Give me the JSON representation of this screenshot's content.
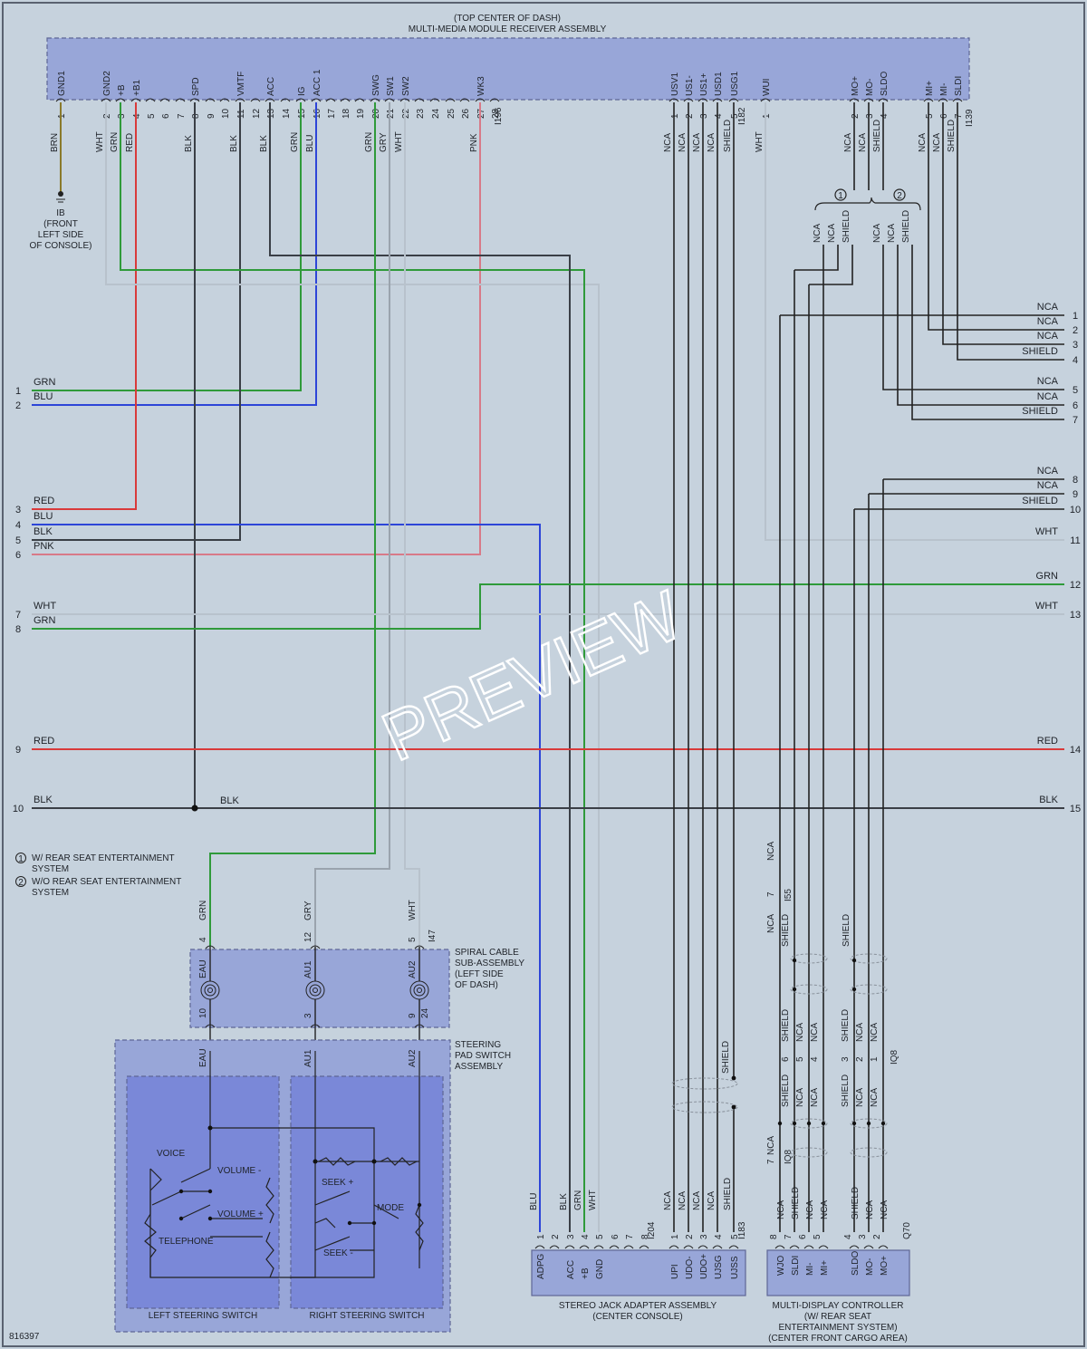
{
  "receiver": {
    "title_line1": "(TOP CENTER OF DASH)",
    "title_line2": "MULTI-MEDIA MODULE RECEIVER ASSEMBLY",
    "connectors": [
      "I196",
      "I182",
      "I139"
    ],
    "pins": [
      {
        "name": "GND1",
        "num": "1",
        "wire": "BRN",
        "color": "#8a7a2a"
      },
      {
        "name": "GND2",
        "num": "2",
        "wire": "WHT",
        "color": "#b8c2cc"
      },
      {
        "name": "+B",
        "num": "3",
        "wire": "GRN",
        "color": "#2f9a3a"
      },
      {
        "name": "+B1",
        "num": "4",
        "wire": "RED",
        "color": "#d93a3a"
      },
      {
        "name": "",
        "num": "5"
      },
      {
        "name": "",
        "num": "6"
      },
      {
        "name": "",
        "num": "7"
      },
      {
        "name": "SPD",
        "num": "8",
        "wire": "BLK",
        "color": "#3a3f46"
      },
      {
        "name": "",
        "num": "9"
      },
      {
        "name": "",
        "num": "10"
      },
      {
        "name": "VMTF",
        "num": "11",
        "wire": "BLK",
        "color": "#3a3f46"
      },
      {
        "name": "",
        "num": "12"
      },
      {
        "name": "ACC",
        "num": "13",
        "wire": "BLK",
        "color": "#3a3f46"
      },
      {
        "name": "",
        "num": "14"
      },
      {
        "name": "IG",
        "num": "15",
        "wire": "GRN",
        "color": "#2f9a3a"
      },
      {
        "name": "ACC 1",
        "num": "16",
        "wire": "BLU",
        "color": "#2d45d8"
      },
      {
        "name": "",
        "num": "17"
      },
      {
        "name": "",
        "num": "18"
      },
      {
        "name": "",
        "num": "19"
      },
      {
        "name": "SWG",
        "num": "20",
        "wire": "GRN",
        "color": "#2f9a3a"
      },
      {
        "name": "SW1",
        "num": "21",
        "wire": "GRY",
        "color": "#9aa3ad"
      },
      {
        "name": "SW2",
        "num": "22",
        "wire": "WHT",
        "color": "#b8c2cc"
      },
      {
        "name": "",
        "num": "23"
      },
      {
        "name": "",
        "num": "24"
      },
      {
        "name": "",
        "num": "25"
      },
      {
        "name": "",
        "num": "26"
      },
      {
        "name": "WK3",
        "num": "27",
        "wire": "PNK",
        "color": "#d87a88"
      },
      {
        "name": "",
        "num": "28"
      },
      {
        "name": "USV1",
        "num": "1",
        "wire": "NCA",
        "color": "#222"
      },
      {
        "name": "US1-",
        "num": "2",
        "wire": "NCA",
        "color": "#222"
      },
      {
        "name": "US1+",
        "num": "3",
        "wire": "NCA",
        "color": "#222"
      },
      {
        "name": "USD1",
        "num": "4",
        "wire": "NCA",
        "color": "#222"
      },
      {
        "name": "USG1",
        "num": "5",
        "wire": "SHIELD",
        "color": "#222"
      },
      {
        "name": "WUI",
        "num": "1",
        "wire": "WHT",
        "color": "#b8c2cc"
      },
      {
        "name": "MO+",
        "num": "2",
        "wire": "NCA",
        "color": "#222"
      },
      {
        "name": "MO-",
        "num": "3",
        "wire": "NCA",
        "color": "#222"
      },
      {
        "name": "SLDO",
        "num": "4",
        "wire": "SHIELD",
        "color": "#222"
      },
      {
        "name": "MI+",
        "num": "5",
        "wire": "NCA",
        "color": "#222"
      },
      {
        "name": "MI-",
        "num": "6",
        "wire": "NCA",
        "color": "#222"
      },
      {
        "name": "SLDI",
        "num": "7",
        "wire": "SHIELD",
        "color": "#222"
      }
    ]
  },
  "ground": {
    "lines": [
      "IB",
      "(FRONT",
      "LEFT SIDE",
      "OF CONSOLE)"
    ]
  },
  "left_terminals": [
    {
      "num": "1",
      "wire": "GRN"
    },
    {
      "num": "2",
      "wire": "BLU"
    },
    {
      "num": "3",
      "wire": "RED"
    },
    {
      "num": "4",
      "wire": "BLU"
    },
    {
      "num": "5",
      "wire": "BLK"
    },
    {
      "num": "6",
      "wire": "PNK"
    },
    {
      "num": "7",
      "wire": "WHT"
    },
    {
      "num": "8",
      "wire": "GRN"
    },
    {
      "num": "9",
      "wire": "RED"
    },
    {
      "num": "10",
      "wire": "BLK"
    }
  ],
  "right_terminals": [
    {
      "num": "1",
      "wire": "NCA"
    },
    {
      "num": "2",
      "wire": "NCA"
    },
    {
      "num": "3",
      "wire": "NCA"
    },
    {
      "num": "4",
      "wire": "SHIELD"
    },
    {
      "num": "5",
      "wire": "NCA"
    },
    {
      "num": "6",
      "wire": "NCA"
    },
    {
      "num": "7",
      "wire": "SHIELD"
    },
    {
      "num": "8",
      "wire": "NCA"
    },
    {
      "num": "9",
      "wire": "NCA"
    },
    {
      "num": "10",
      "wire": "SHIELD"
    },
    {
      "num": "11",
      "wire": "WHT"
    },
    {
      "num": "12",
      "wire": "GRN"
    },
    {
      "num": "13",
      "wire": "WHT"
    },
    {
      "num": "14",
      "wire": "RED"
    },
    {
      "num": "15",
      "wire": "BLK"
    }
  ],
  "blk_mid_label": "BLK",
  "notes": [
    {
      "mark": "1",
      "line1": "W/ REAR SEAT ENTERTAINMENT",
      "line2": "SYSTEM"
    },
    {
      "mark": "2",
      "line1": "W/O REAR SEAT ENTERTAINMENT",
      "line2": "SYSTEM"
    }
  ],
  "spiral": {
    "label": [
      "SPIRAL CABLE",
      "SUB-ASSEMBLY",
      "(LEFT SIDE",
      "OF DASH)"
    ],
    "connector": "I47",
    "channels": [
      {
        "name": "EAU",
        "top": "4",
        "bottom": "10",
        "wire": "GRN"
      },
      {
        "name": "AU1",
        "top": "12",
        "bottom": "3",
        "wire": "GRY"
      },
      {
        "name": "AU2",
        "top": "5",
        "bottom": "9",
        "wire": "WHT",
        "extra": "24"
      }
    ]
  },
  "steering": {
    "label": [
      "STEERING",
      "PAD SWITCH",
      "ASSEMBLY"
    ],
    "pins": [
      "EAU",
      "AU1",
      "AU2"
    ],
    "left_title": "LEFT STEERING SWITCH",
    "right_title": "RIGHT STEERING SWITCH",
    "switches": [
      "VOICE",
      "VOLUME -",
      "VOLUME +",
      "TELEPHONE",
      "SEEK +",
      "MODE",
      "SEEK -"
    ]
  },
  "stereo_jack": {
    "title": [
      "STEREO JACK ADAPTER ASSEMBLY",
      "(CENTER CONSOLE)"
    ],
    "connectors": [
      "I204",
      "I183"
    ],
    "pins": [
      {
        "num": "1",
        "name": "ADPG",
        "wire": "BLU"
      },
      {
        "num": "2",
        "name": "",
        "wire": ""
      },
      {
        "num": "3",
        "name": "ACC",
        "wire": "BLK"
      },
      {
        "num": "4",
        "name": "+B",
        "wire": "GRN"
      },
      {
        "num": "5",
        "name": "GND",
        "wire": "WHT"
      },
      {
        "num": "6",
        "name": "",
        "wire": ""
      },
      {
        "num": "7",
        "name": "",
        "wire": ""
      },
      {
        "num": "8",
        "name": "",
        "wire": ""
      },
      {
        "num": "1",
        "name": "UPI",
        "wire": "NCA"
      },
      {
        "num": "2",
        "name": "UDO-",
        "wire": "NCA"
      },
      {
        "num": "3",
        "name": "UDO+",
        "wire": "NCA"
      },
      {
        "num": "4",
        "name": "UJSG",
        "wire": "NCA"
      },
      {
        "num": "5",
        "name": "UJSS",
        "wire": "SHIELD"
      }
    ]
  },
  "multi_display": {
    "title": [
      "MULTI-DISPLAY CONTROLLER",
      "(W/ REAR SEAT",
      "ENTERTAINMENT SYSTEM)",
      "(CENTER FRONT CARGO AREA)"
    ],
    "connector": "Q70",
    "pins": [
      {
        "num": "8",
        "name": "WJO",
        "wire": "NCA"
      },
      {
        "num": "7",
        "name": "SLDI",
        "wire": "SHIELD"
      },
      {
        "num": "6",
        "name": "MI-",
        "wire": "NCA"
      },
      {
        "num": "5",
        "name": "MI+",
        "wire": "NCA"
      },
      {
        "num": "4",
        "name": "SLDO",
        "wire": "SHIELD"
      },
      {
        "num": "3",
        "name": "MO-",
        "wire": "NCA"
      },
      {
        "num": "2",
        "name": "MO+",
        "wire": "NCA"
      }
    ]
  },
  "junctions": [
    {
      "name": "I55",
      "pin": "7",
      "wire": "NCA"
    },
    {
      "name": "IQ8",
      "pin": "7",
      "wire": "NCA"
    },
    {
      "name": "IQ8",
      "pins": [
        "6",
        "5",
        "4",
        "3",
        "2",
        "1"
      ]
    }
  ],
  "diagram_id": "816397",
  "watermark": "PREVIEW"
}
